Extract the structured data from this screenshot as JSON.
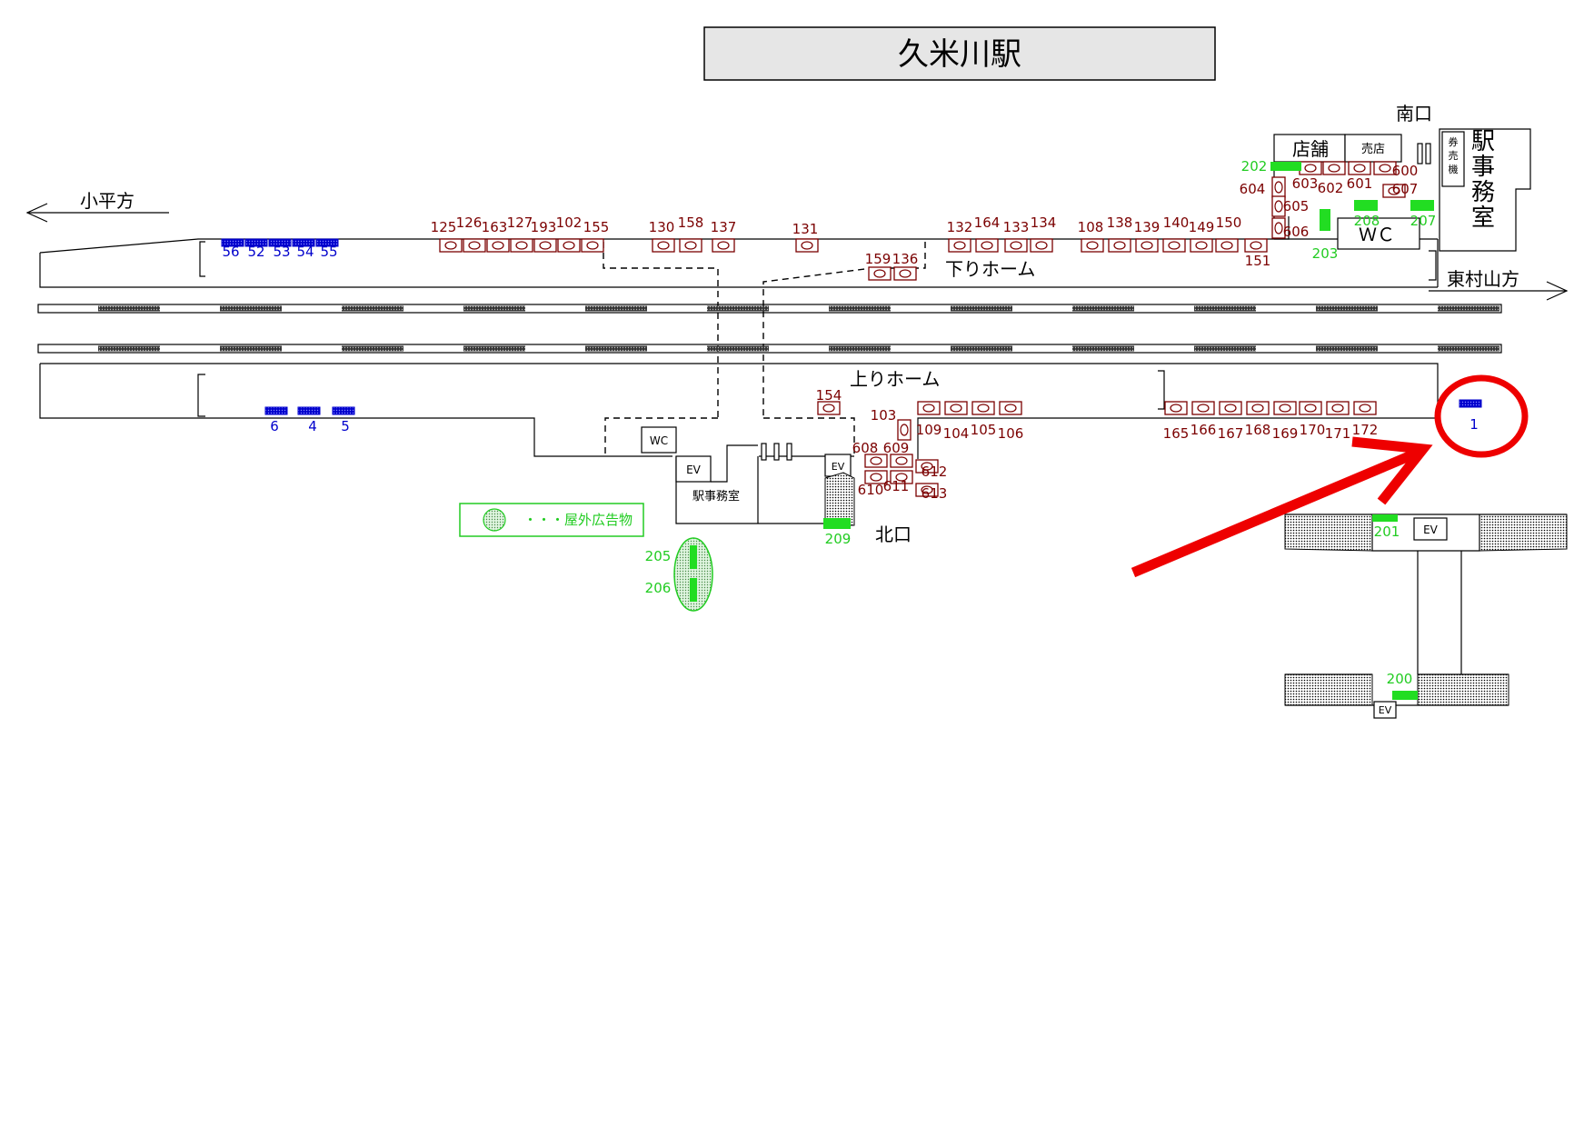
{
  "title": "久米川駅",
  "directions": {
    "west": "小平方",
    "east": "東村山方"
  },
  "platforms": {
    "down": "下りホーム",
    "up": "上りホーム"
  },
  "exits": {
    "south": "南口",
    "north": "北口"
  },
  "facilities": {
    "shop": "店舗",
    "kiosk": "売店",
    "ticket_machine": "券売機",
    "office_south": "駅事務室",
    "office_north": "駅事務室",
    "wc_south": "ＷＣ",
    "wc_north": "WC",
    "ev": "EV"
  },
  "legend": {
    "label": "・・・屋外広告物"
  },
  "colors": {
    "red_marker": "#7b0000",
    "blue_marker": "#0000cc",
    "green_marker": "#22dd22",
    "highlight": "#ee0000",
    "title_bg": "#e6e6e6"
  },
  "labels": {
    "down_platform_red": [
      "125",
      "126",
      "163",
      "127",
      "193",
      "102",
      "155",
      "130",
      "158",
      "137",
      "131",
      "132",
      "164",
      "133",
      "134",
      "108",
      "138",
      "139",
      "140",
      "149",
      "150",
      "151",
      "159",
      "136"
    ],
    "south_cluster_red": [
      "603",
      "602",
      "601",
      "600",
      "604",
      "605",
      "606",
      "607"
    ],
    "up_platform_red": [
      "154",
      "103",
      "109",
      "104",
      "105",
      "106",
      "165",
      "166",
      "167",
      "168",
      "169",
      "170",
      "171",
      "172"
    ],
    "north_cluster_red": [
      "608",
      "609",
      "610",
      "611",
      "612",
      "613"
    ],
    "blue_boards": [
      "56",
      "52",
      "53",
      "54",
      "55",
      "6",
      "4",
      "5",
      "1"
    ],
    "green_boards": [
      "202",
      "208",
      "207",
      "203",
      "209",
      "205",
      "206",
      "201",
      "200"
    ]
  }
}
